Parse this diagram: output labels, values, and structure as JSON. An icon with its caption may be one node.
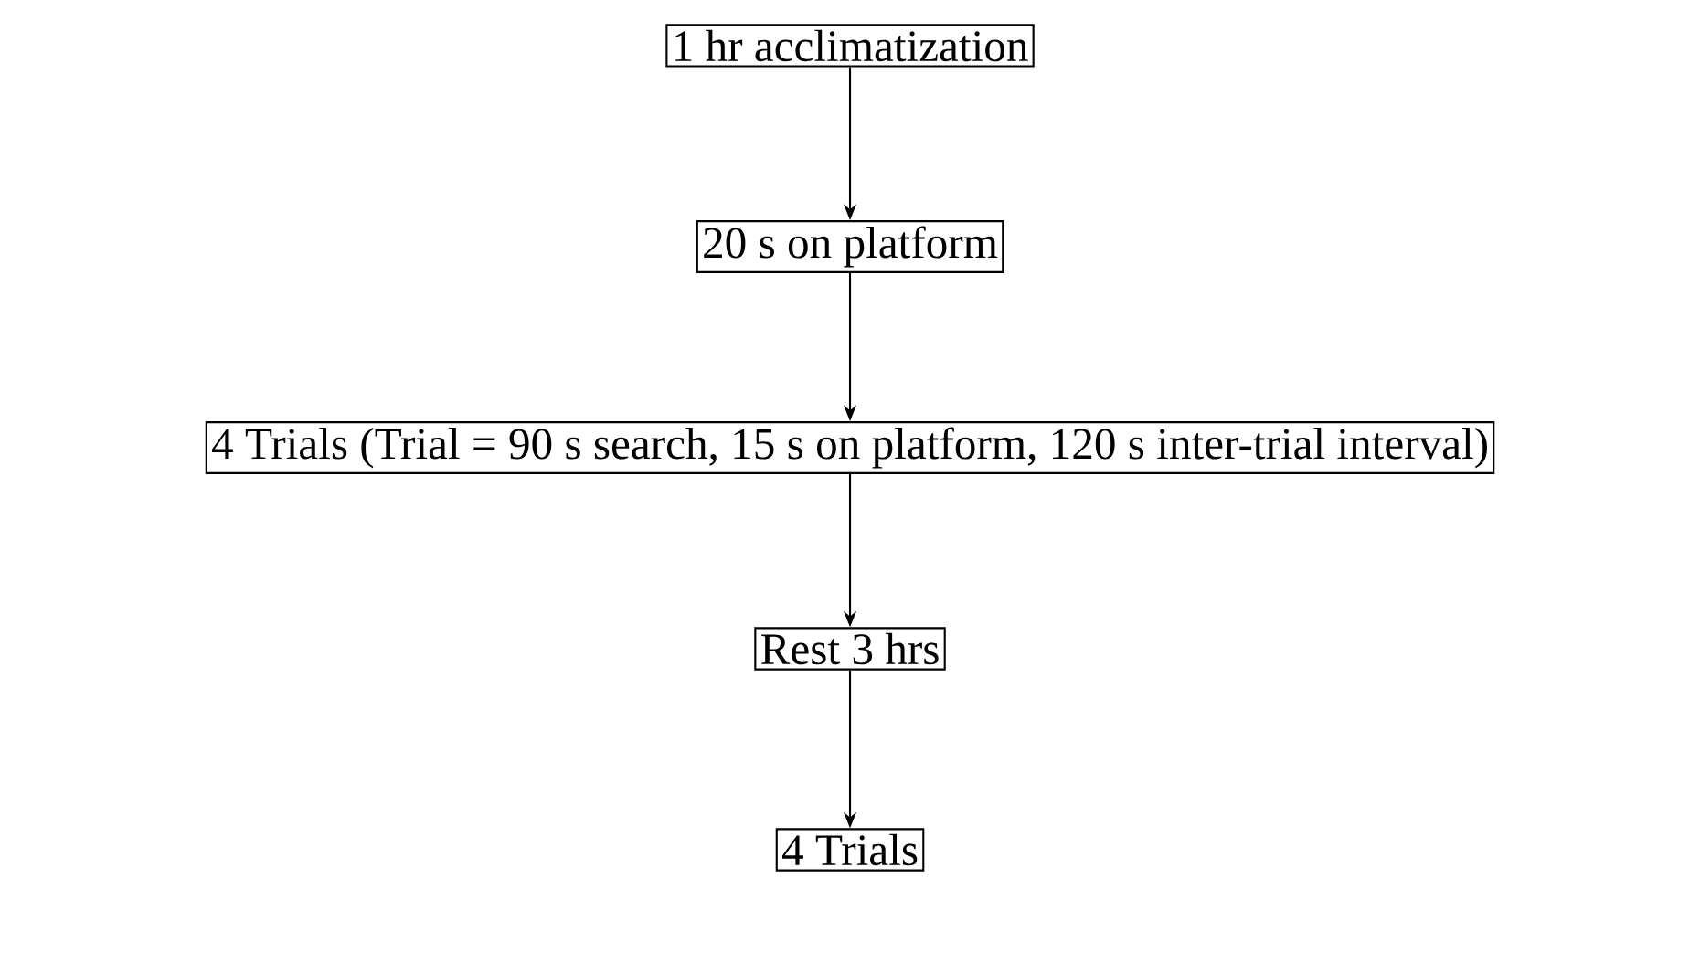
{
  "diagram": {
    "nodes": [
      {
        "text": [
          "1 hr acclimatization"
        ]
      },
      {
        "text": [
          "20 s on platform"
        ]
      },
      {
        "text": [
          "4 Trials (Trial = 90 s search, 15 s on platform, 120 s inter-trial interval)"
        ]
      },
      {
        "text": [
          "Rest 3 hrs"
        ]
      },
      {
        "text": [
          "4 Trials"
        ]
      }
    ],
    "edges": [
      {
        "from": 0,
        "to": 1,
        "arrow": "to"
      },
      {
        "from": 1,
        "to": 2,
        "arrow": "to"
      },
      {
        "from": 2,
        "to": 3,
        "arrow": "to"
      },
      {
        "from": 3,
        "to": 4,
        "arrow": "to"
      }
    ]
  }
}
